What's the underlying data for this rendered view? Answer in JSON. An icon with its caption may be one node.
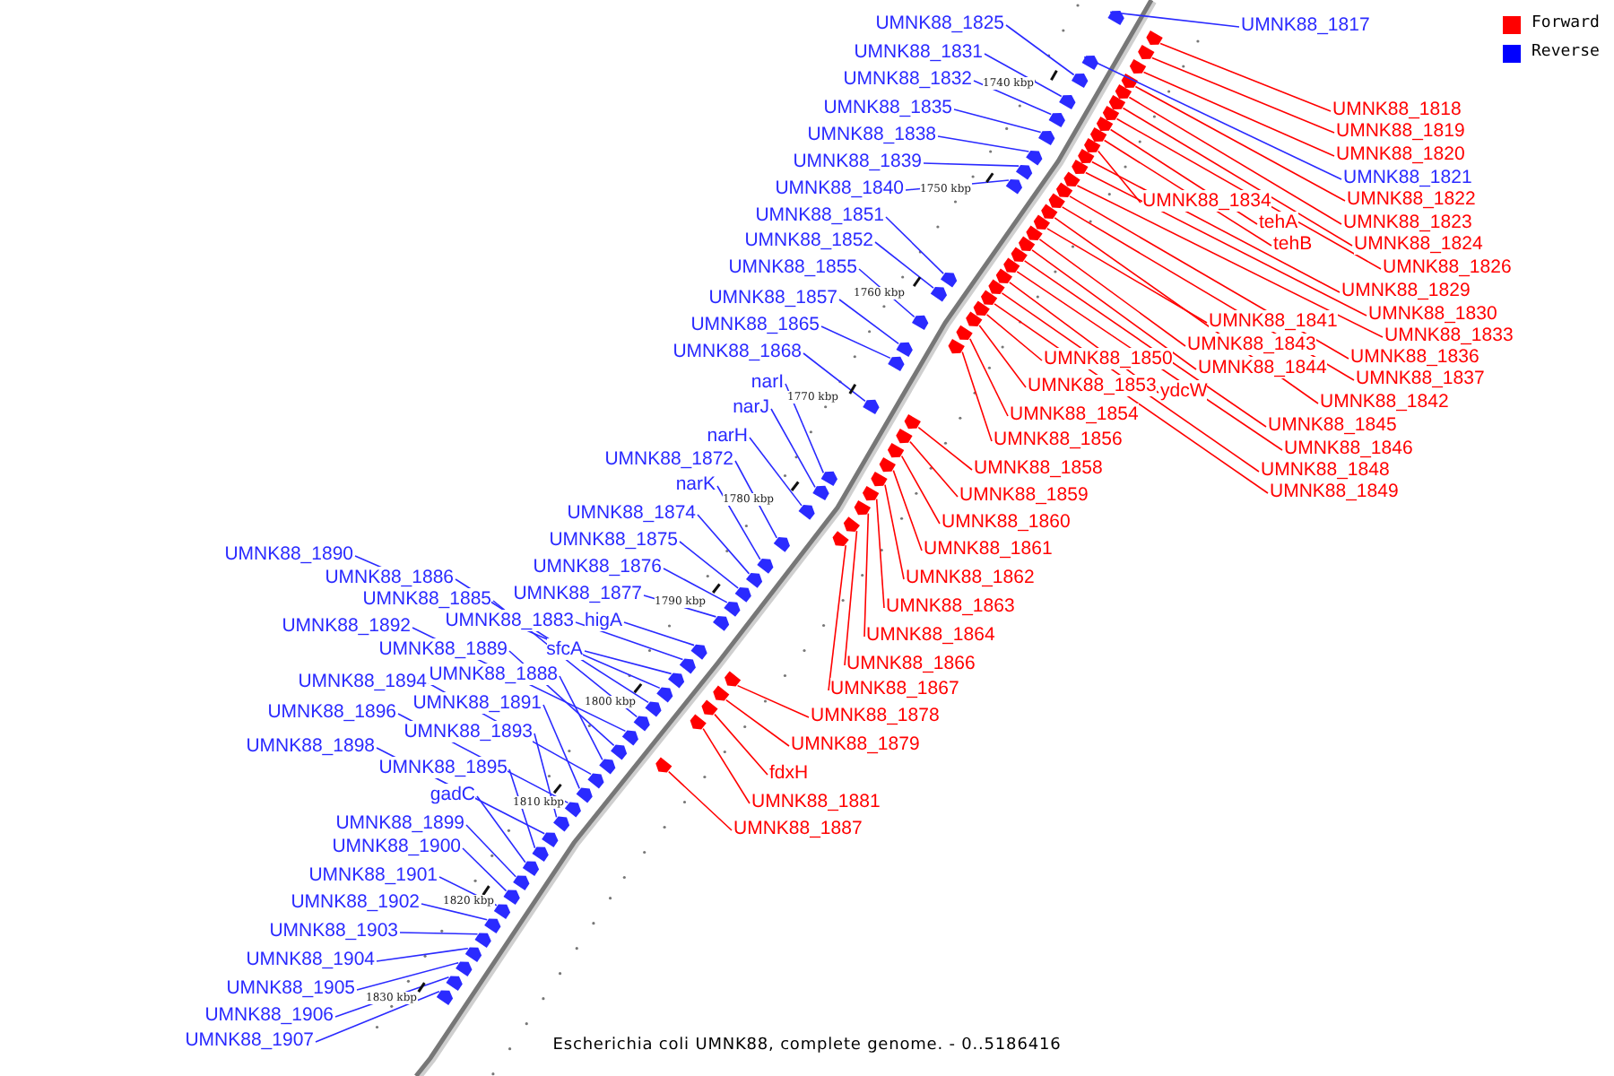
{
  "diagram": {
    "caption": "Escherichia coli UMNK88, complete genome. - 0..5186416",
    "nodes": [
      {
        "text": [
          "UMNK88_1825"
        ]
      },
      {
        "text": [
          "UMNK88_1817"
        ]
      },
      {
        "text": [
          "UMNK88_1831"
        ]
      },
      {
        "text": [
          "UMNK88_1832"
        ]
      },
      {
        "text": [
          "UMNK88_1835"
        ]
      },
      {
        "text": [
          "UMNK88_1818"
        ]
      },
      {
        "text": [
          "UMNK88_1819"
        ]
      },
      {
        "text": [
          "UMNK88_1838"
        ]
      },
      {
        "text": [
          "UMNK88_1820"
        ]
      },
      {
        "text": [
          "UMNK88_1839"
        ]
      },
      {
        "text": [
          "UMNK88_1821"
        ]
      },
      {
        "text": [
          "UMNK88_1840"
        ]
      },
      {
        "text": [
          "UMNK88_1822"
        ]
      },
      {
        "text": [
          "UMNK88_1834"
        ]
      },
      {
        "text": [
          "UMNK88_1851"
        ]
      },
      {
        "text": [
          "UMNK88_1823"
        ]
      },
      {
        "text": [
          "tehA"
        ]
      },
      {
        "text": [
          "UMNK88_1852"
        ]
      },
      {
        "text": [
          "UMNK88_1824"
        ]
      },
      {
        "text": [
          "tehB"
        ]
      },
      {
        "text": [
          "UMNK88_1855"
        ]
      },
      {
        "text": [
          "UMNK88_1826"
        ]
      },
      {
        "text": [
          "UMNK88_1829"
        ]
      },
      {
        "text": [
          "UMNK88_1857"
        ]
      },
      {
        "text": [
          "UMNK88_1830"
        ]
      },
      {
        "text": [
          "UMNK88_1841"
        ]
      },
      {
        "text": [
          "UMNK88_1865"
        ]
      },
      {
        "text": [
          "UMNK88_1833"
        ]
      },
      {
        "text": [
          "UMNK88_1843"
        ]
      },
      {
        "text": [
          "UMNK88_1868"
        ]
      },
      {
        "text": [
          "UMNK88_1836"
        ]
      },
      {
        "text": [
          "UMNK88_1850"
        ]
      },
      {
        "text": [
          "UMNK88_1844"
        ]
      },
      {
        "text": [
          "UMNK88_1837"
        ]
      },
      {
        "text": [
          "narI"
        ]
      },
      {
        "text": [
          "UMNK88_1853"
        ]
      },
      {
        "text": [
          "ydcW"
        ]
      },
      {
        "text": [
          "UMNK88_1842"
        ]
      },
      {
        "text": [
          "narJ"
        ]
      },
      {
        "text": [
          "UMNK88_1854"
        ]
      },
      {
        "text": [
          "UMNK88_1845"
        ]
      },
      {
        "text": [
          "narH"
        ]
      },
      {
        "text": [
          "UMNK88_1856"
        ]
      },
      {
        "text": [
          "UMNK88_1846"
        ]
      },
      {
        "text": [
          "UMNK88_1872"
        ]
      },
      {
        "text": [
          "UMNK88_1858"
        ]
      },
      {
        "text": [
          "UMNK88_1848"
        ]
      },
      {
        "text": [
          "narK"
        ]
      },
      {
        "text": [
          "UMNK88_1849"
        ]
      },
      {
        "text": [
          "UMNK88_1859"
        ]
      },
      {
        "text": [
          "UMNK88_1874"
        ]
      },
      {
        "text": [
          "UMNK88_1860"
        ]
      },
      {
        "text": [
          "UMNK88_1875"
        ]
      },
      {
        "text": [
          "UMNK88_1861"
        ]
      },
      {
        "text": [
          "UMNK88_1890"
        ]
      },
      {
        "text": [
          "UMNK88_1876"
        ]
      },
      {
        "text": [
          "UMNK88_1862"
        ]
      },
      {
        "text": [
          "UMNK88_1886"
        ]
      },
      {
        "text": [
          "UMNK88_1877"
        ]
      },
      {
        "text": [
          "UMNK88_1885"
        ]
      },
      {
        "text": [
          "UMNK88_1863"
        ]
      },
      {
        "text": [
          "UMNK88_1883"
        ]
      },
      {
        "text": [
          "higA"
        ]
      },
      {
        "text": [
          "UMNK88_1892"
        ]
      },
      {
        "text": [
          "UMNK88_1864"
        ]
      },
      {
        "text": [
          "UMNK88_1889"
        ]
      },
      {
        "text": [
          "sfcA"
        ]
      },
      {
        "text": [
          "UMNK88_1866"
        ]
      },
      {
        "text": [
          "UMNK88_1888"
        ]
      },
      {
        "text": [
          "UMNK88_1894"
        ]
      },
      {
        "text": [
          "UMNK88_1867"
        ]
      },
      {
        "text": [
          "UMNK88_1891"
        ]
      },
      {
        "text": [
          "UMNK88_1896"
        ]
      },
      {
        "text": [
          "UMNK88_1878"
        ]
      },
      {
        "text": [
          "UMNK88_1893"
        ]
      },
      {
        "text": [
          "UMNK88_1879"
        ]
      },
      {
        "text": [
          "UMNK88_1898"
        ]
      },
      {
        "text": [
          "UMNK88_1895"
        ]
      },
      {
        "text": [
          "fdxH"
        ]
      },
      {
        "text": [
          "gadC"
        ]
      },
      {
        "text": [
          "UMNK88_1881"
        ]
      },
      {
        "text": [
          "UMNK88_1899"
        ]
      },
      {
        "text": [
          "UMNK88_1887"
        ]
      },
      {
        "text": [
          "UMNK88_1900"
        ]
      },
      {
        "text": [
          "UMNK88_1901"
        ]
      },
      {
        "text": [
          "UMNK88_1902"
        ]
      },
      {
        "text": [
          "UMNK88_1903"
        ]
      },
      {
        "text": [
          "UMNK88_1904"
        ]
      },
      {
        "text": [
          "UMNK88_1905"
        ]
      },
      {
        "text": [
          "UMNK88_1906"
        ]
      },
      {
        "text": [
          "UMNK88_1907"
        ]
      },
      {
        "text": [],
        "shape": "bar"
      },
      {
        "text": [],
        "shape": "bar"
      },
      {
        "text": [],
        "shape": "bar"
      },
      {
        "text": [],
        "shape": "bar"
      },
      {
        "text": [],
        "shape": "bar"
      },
      {
        "text": [],
        "shape": "bar"
      },
      {
        "text": [],
        "shape": "bar"
      },
      {
        "text": [],
        "shape": "bar"
      },
      {
        "text": [],
        "shape": "bar"
      },
      {
        "text": [],
        "shape": "bar"
      },
      {
        "text": [],
        "shape": "bar"
      },
      {
        "text": [],
        "shape": "bar"
      },
      {
        "text": [],
        "shape": "bar"
      },
      {
        "text": [],
        "shape": "bar"
      },
      {
        "text": [],
        "shape": "bar"
      },
      {
        "text": [],
        "shape": "bar"
      },
      {
        "text": [],
        "shape": "bar"
      },
      {
        "text": [],
        "shape": "bar"
      },
      {
        "text": [],
        "shape": "bar"
      },
      {
        "text": [],
        "shape": "bar"
      },
      {
        "text": [],
        "shape": "bar"
      },
      {
        "text": [],
        "shape": "bar"
      },
      {
        "text": [],
        "shape": "bar"
      },
      {
        "text": [],
        "shape": "bar"
      },
      {
        "text": [],
        "shape": "bar"
      },
      {
        "text": [],
        "shape": "bar"
      },
      {
        "text": [],
        "shape": "bar"
      },
      {
        "text": [],
        "shape": "bar"
      },
      {
        "text": [],
        "shape": "bar"
      },
      {
        "text": [],
        "shape": "bar"
      },
      {
        "text": [],
        "shape": "bar"
      },
      {
        "text": [],
        "shape": "bar"
      },
      {
        "text": [],
        "shape": "bar"
      },
      {
        "text": [],
        "shape": "bar"
      },
      {
        "text": [],
        "shape": "bar"
      },
      {
        "text": [],
        "shape": "bar"
      },
      {
        "text": [],
        "shape": "bar"
      },
      {
        "text": [],
        "shape": "bar"
      },
      {
        "text": [],
        "shape": "bar"
      },
      {
        "text": [],
        "shape": "bar"
      },
      {
        "text": [],
        "shape": "bar"
      },
      {
        "text": [],
        "shape": "bar"
      },
      {
        "text": [],
        "shape": "bar"
      },
      {
        "text": [],
        "shape": "bar"
      },
      {
        "text": [],
        "shape": "bar"
      },
      {
        "text": [],
        "shape": "bar"
      },
      {
        "text": [],
        "shape": "bar"
      },
      {
        "text": [],
        "shape": "bar"
      },
      {
        "text": [],
        "shape": "bar"
      },
      {
        "text": [],
        "shape": "bar"
      },
      {
        "text": [],
        "shape": "bar"
      },
      {
        "text": [],
        "shape": "bar"
      },
      {
        "text": [],
        "shape": "bar"
      },
      {
        "text": [],
        "shape": "bar"
      },
      {
        "text": [],
        "shape": "bar"
      },
      {
        "text": [],
        "shape": "bar"
      },
      {
        "text": [],
        "shape": "bar"
      },
      {
        "text": [],
        "shape": "bar"
      },
      {
        "text": [],
        "shape": "bar"
      },
      {
        "text": [],
        "shape": "bar"
      },
      {
        "text": [],
        "shape": "bar"
      },
      {
        "text": [],
        "shape": "bar"
      },
      {
        "text": [],
        "shape": "bar"
      },
      {
        "text": [],
        "shape": "bar"
      },
      {
        "text": [],
        "shape": "bar"
      },
      {
        "text": [],
        "shape": "bar"
      },
      {
        "text": [],
        "shape": "bar"
      },
      {
        "text": [],
        "shape": "bar"
      },
      {
        "text": [],
        "shape": "bar"
      },
      {
        "text": [],
        "shape": "bar"
      },
      {
        "text": [],
        "shape": "bar"
      },
      {
        "text": [],
        "shape": "bar"
      },
      {
        "text": [],
        "shape": "bar"
      },
      {
        "text": [],
        "shape": "bar"
      },
      {
        "text": [],
        "shape": "bar"
      },
      {
        "text": [],
        "shape": "bar"
      },
      {
        "text": [],
        "shape": "bar"
      },
      {
        "text": [],
        "shape": "bar"
      },
      {
        "text": [],
        "shape": "bar"
      },
      {
        "text": [],
        "shape": "bar"
      },
      {
        "text": [],
        "shape": "bar"
      },
      {
        "text": [],
        "shape": "bar"
      },
      {
        "text": [],
        "shape": "bar"
      },
      {
        "text": [],
        "shape": "bar"
      },
      {
        "text": [],
        "shape": "bar"
      },
      {
        "text": [],
        "shape": "bar"
      },
      {
        "text": [],
        "shape": "bar"
      },
      {
        "text": [],
        "shape": "bar"
      },
      {
        "text": [],
        "shape": "bar"
      },
      {
        "text": [],
        "shape": "bar"
      },
      {
        "text": [],
        "shape": "bar"
      }
    ],
    "edges": [
      {
        "from": 0,
        "to": 98,
        "arrow": "none"
      },
      {
        "from": 1,
        "to": 91,
        "arrow": "none"
      },
      {
        "from": 2,
        "to": 101,
        "arrow": "none"
      },
      {
        "from": 3,
        "to": 104,
        "arrow": "none"
      },
      {
        "from": 4,
        "to": 106,
        "arrow": "none"
      },
      {
        "from": 5,
        "to": 92,
        "arrow": "none",
        "color": "#ff0000"
      },
      {
        "from": 6,
        "to": 93,
        "arrow": "none",
        "color": "#ff0000"
      },
      {
        "from": 7,
        "to": 109,
        "arrow": "none"
      },
      {
        "from": 8,
        "to": 94,
        "arrow": "none",
        "color": "#ff0000"
      },
      {
        "from": 9,
        "to": 112,
        "arrow": "none"
      },
      {
        "from": 10,
        "to": 95,
        "arrow": "none"
      },
      {
        "from": 11,
        "to": 114,
        "arrow": "none"
      },
      {
        "from": 12,
        "to": 96,
        "arrow": "none",
        "color": "#ff0000"
      },
      {
        "from": 13,
        "to": 105,
        "arrow": "none",
        "color": "#ff0000"
      },
      {
        "from": 14,
        "to": 124,
        "arrow": "none"
      },
      {
        "from": 15,
        "to": 97,
        "arrow": "none",
        "color": "#ff0000"
      },
      {
        "from": 16,
        "to": 102,
        "arrow": "none",
        "color": "#ff0000"
      },
      {
        "from": 17,
        "to": 126,
        "arrow": "none"
      },
      {
        "from": 18,
        "to": 99,
        "arrow": "none",
        "color": "#ff0000"
      },
      {
        "from": 19,
        "to": 103,
        "arrow": "none",
        "color": "#ff0000"
      },
      {
        "from": 20,
        "to": 129,
        "arrow": "none"
      },
      {
        "from": 21,
        "to": 100,
        "arrow": "none",
        "color": "#ff0000"
      },
      {
        "from": 22,
        "to": 107,
        "arrow": "none",
        "color": "#ff0000"
      },
      {
        "from": 23,
        "to": 131,
        "arrow": "none"
      },
      {
        "from": 24,
        "to": 108,
        "arrow": "none",
        "color": "#ff0000"
      },
      {
        "from": 25,
        "to": 116,
        "arrow": "none",
        "color": "#ff0000"
      },
      {
        "from": 26,
        "to": 132,
        "arrow": "none"
      },
      {
        "from": 27,
        "to": 110,
        "arrow": "none",
        "color": "#ff0000"
      },
      {
        "from": 28,
        "to": 117,
        "arrow": "none",
        "color": "#ff0000"
      },
      {
        "from": 29,
        "to": 134,
        "arrow": "none"
      },
      {
        "from": 30,
        "to": 111,
        "arrow": "none",
        "color": "#ff0000"
      },
      {
        "from": 31,
        "to": 125,
        "arrow": "none",
        "color": "#ff0000"
      },
      {
        "from": 32,
        "to": 118,
        "arrow": "none",
        "color": "#ff0000"
      },
      {
        "from": 33,
        "to": 113,
        "arrow": "none",
        "color": "#ff0000"
      },
      {
        "from": 34,
        "to": 140,
        "arrow": "none"
      },
      {
        "from": 35,
        "to": 127,
        "arrow": "none",
        "color": "#ff0000"
      },
      {
        "from": 36,
        "to": 121,
        "arrow": "none",
        "color": "#ff0000"
      },
      {
        "from": 37,
        "to": 115,
        "arrow": "none",
        "color": "#ff0000"
      },
      {
        "from": 38,
        "to": 142,
        "arrow": "none"
      },
      {
        "from": 39,
        "to": 128,
        "arrow": "none",
        "color": "#ff0000"
      },
      {
        "from": 40,
        "to": 119,
        "arrow": "none",
        "color": "#ff0000"
      },
      {
        "from": 41,
        "to": 144,
        "arrow": "none"
      },
      {
        "from": 42,
        "to": 130,
        "arrow": "none",
        "color": "#ff0000"
      },
      {
        "from": 43,
        "to": 120,
        "arrow": "none",
        "color": "#ff0000"
      },
      {
        "from": 44,
        "to": 146,
        "arrow": "none"
      },
      {
        "from": 45,
        "to": 133,
        "arrow": "none",
        "color": "#ff0000"
      },
      {
        "from": 46,
        "to": 122,
        "arrow": "none",
        "color": "#ff0000"
      },
      {
        "from": 47,
        "to": 147,
        "arrow": "none"
      },
      {
        "from": 48,
        "to": 123,
        "arrow": "none",
        "color": "#ff0000"
      },
      {
        "from": 49,
        "to": 135,
        "arrow": "none",
        "color": "#ff0000"
      },
      {
        "from": 50,
        "to": 148,
        "arrow": "none"
      },
      {
        "from": 51,
        "to": 136,
        "arrow": "none",
        "color": "#ff0000"
      },
      {
        "from": 52,
        "to": 149,
        "arrow": "none"
      },
      {
        "from": 53,
        "to": 137,
        "arrow": "none",
        "color": "#ff0000"
      },
      {
        "from": 54,
        "to": 158,
        "arrow": "none"
      },
      {
        "from": 55,
        "to": 150,
        "arrow": "none"
      },
      {
        "from": 56,
        "to": 138,
        "arrow": "none",
        "color": "#ff0000"
      },
      {
        "from": 57,
        "to": 160,
        "arrow": "none"
      },
      {
        "from": 58,
        "to": 151,
        "arrow": "none"
      },
      {
        "from": 59,
        "to": 161,
        "arrow": "none"
      },
      {
        "from": 60,
        "to": 139,
        "arrow": "none",
        "color": "#ff0000"
      },
      {
        "from": 61,
        "to": 154,
        "arrow": "none"
      },
      {
        "from": 62,
        "to": 152,
        "arrow": "none"
      },
      {
        "from": 63,
        "to": 162,
        "arrow": "none"
      },
      {
        "from": 64,
        "to": 141,
        "arrow": "none",
        "color": "#ff0000"
      },
      {
        "from": 65,
        "to": 164,
        "arrow": "none"
      },
      {
        "from": 66,
        "to": 156,
        "arrow": "none"
      },
      {
        "from": 67,
        "to": 143,
        "arrow": "none",
        "color": "#ff0000"
      },
      {
        "from": 68,
        "to": 165,
        "arrow": "none"
      },
      {
        "from": 69,
        "to": 166,
        "arrow": "none"
      },
      {
        "from": 70,
        "to": 145,
        "arrow": "none",
        "color": "#ff0000"
      },
      {
        "from": 71,
        "to": 167,
        "arrow": "none"
      },
      {
        "from": 72,
        "to": 168,
        "arrow": "none"
      },
      {
        "from": 73,
        "to": 153,
        "arrow": "none",
        "color": "#ff0000"
      },
      {
        "from": 74,
        "to": 169,
        "arrow": "none"
      },
      {
        "from": 75,
        "to": 155,
        "arrow": "none",
        "color": "#ff0000"
      },
      {
        "from": 76,
        "to": 170,
        "arrow": "none"
      },
      {
        "from": 77,
        "to": 171,
        "arrow": "none"
      },
      {
        "from": 78,
        "to": 157,
        "arrow": "none",
        "color": "#ff0000"
      },
      {
        "from": 79,
        "to": 172,
        "arrow": "none"
      },
      {
        "from": 80,
        "to": 159,
        "arrow": "none",
        "color": "#ff0000"
      },
      {
        "from": 81,
        "to": 173,
        "arrow": "none"
      },
      {
        "from": 82,
        "to": 163,
        "arrow": "none",
        "color": "#ff0000"
      },
      {
        "from": 83,
        "to": 174,
        "arrow": "none"
      },
      {
        "from": 84,
        "to": 175,
        "arrow": "none"
      },
      {
        "from": 85,
        "to": 176,
        "arrow": "none"
      },
      {
        "from": 86,
        "to": 177,
        "arrow": "none"
      },
      {
        "from": 87,
        "to": 178,
        "arrow": "none"
      },
      {
        "from": 88,
        "to": 179,
        "arrow": "none"
      },
      {
        "from": 89,
        "to": 180,
        "arrow": "none"
      },
      {
        "from": 90,
        "to": 181,
        "arrow": "none"
      }
    ],
    "labels": [
      "1740 kbp",
      "1750 kbp",
      "1760 kbp",
      "1770 kbp",
      "1780 kbp",
      "1790 kbp",
      "1800 kbp",
      "1810 kbp",
      "1820 kbp",
      "1830 kbp"
    ],
    "legend": [
      {
        "text": "Forward",
        "color": "#ff0000"
      },
      {
        "text": "Reverse",
        "color": "#0000ff"
      }
    ]
  }
}
